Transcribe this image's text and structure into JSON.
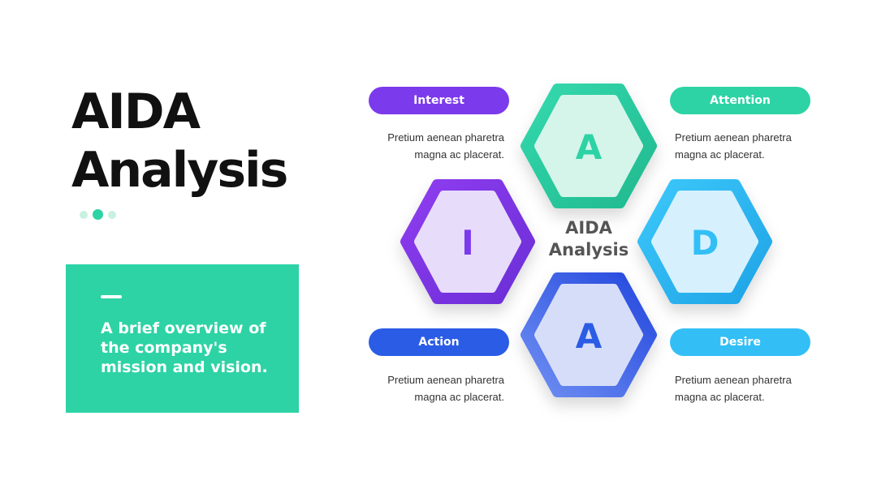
{
  "slide": {
    "title_line1": "AIDA",
    "title_line2": "Analysis",
    "card_text": "A brief overview of the company's mission and vision.",
    "center_line1": "AIDA",
    "center_line2": "Analysis"
  },
  "steps": [
    {
      "label": "Interest",
      "letter": "I",
      "desc_line1": "Pretium aenean pharetra",
      "desc_line2": "magna ac placerat.",
      "color": "#7c3aed",
      "fill": "#e8dcfb"
    },
    {
      "label": "Attention",
      "letter": "A",
      "desc_line1": "Pretium aenean pharetra",
      "desc_line2": "magna ac placerat.",
      "color": "#2dd3a5",
      "fill": "#d5f5ea"
    },
    {
      "label": "Action",
      "letter": "A",
      "desc_line1": "Pretium aenean pharetra",
      "desc_line2": "magna ac placerat.",
      "color": "#2b5ce6",
      "fill": "#d6ddf8"
    },
    {
      "label": "Desire",
      "letter": "D",
      "desc_line1": "Pretium aenean pharetra",
      "desc_line2": "magna ac placerat.",
      "color": "#33bff6",
      "fill": "#d6f1fd"
    }
  ],
  "colors": {
    "accent": "#2dd3a5",
    "title": "#111111"
  }
}
